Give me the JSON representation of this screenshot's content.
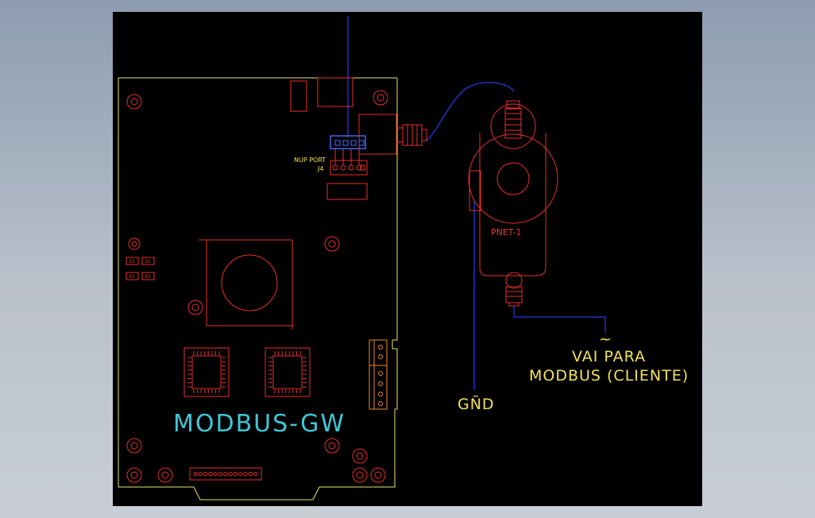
{
  "window": {
    "background_top": "#8d9cb0",
    "viewport_bg": "#000000"
  },
  "colors": {
    "board": "#e9e36a",
    "parts": "#e8312a",
    "wire": "#1f3be0",
    "cyan_label": "#3fc6d8",
    "yellow_label": "#f3e15a"
  },
  "board": {
    "title": "MODBUS-GW",
    "port_label": "NUP PORT",
    "connector_label": "J4",
    "chip_marks": [
      "33",
      "33",
      "33",
      "33"
    ]
  },
  "device": {
    "label": "PNET-1"
  },
  "annotations": {
    "gnd_label": "GÑD",
    "target_line1": "VAI PARA",
    "target_line2": "MODBUS (CLIENTE)",
    "tilde": "~"
  }
}
